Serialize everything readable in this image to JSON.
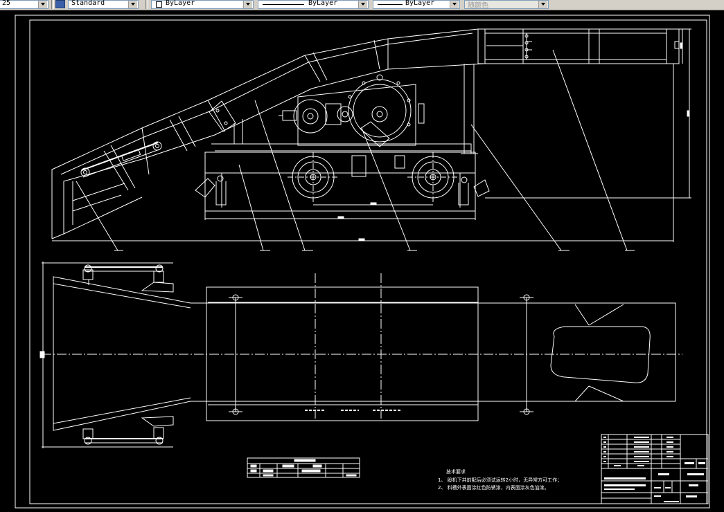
{
  "toolbar": {
    "scale": "25",
    "text_style": "Standard",
    "layer": "ByLayer",
    "linetype": "ByLayer",
    "lineweight": "ByLayer",
    "plot_color": "随颜色"
  },
  "drawing": {
    "notes": {
      "title": "技术要求",
      "line1": "1、 股机下井前配后必须试运转2小时，无异常方可工作；",
      "line2": "2、 料槽外表面涂红色防锈漆，内表面涂灰色油漆。"
    }
  }
}
